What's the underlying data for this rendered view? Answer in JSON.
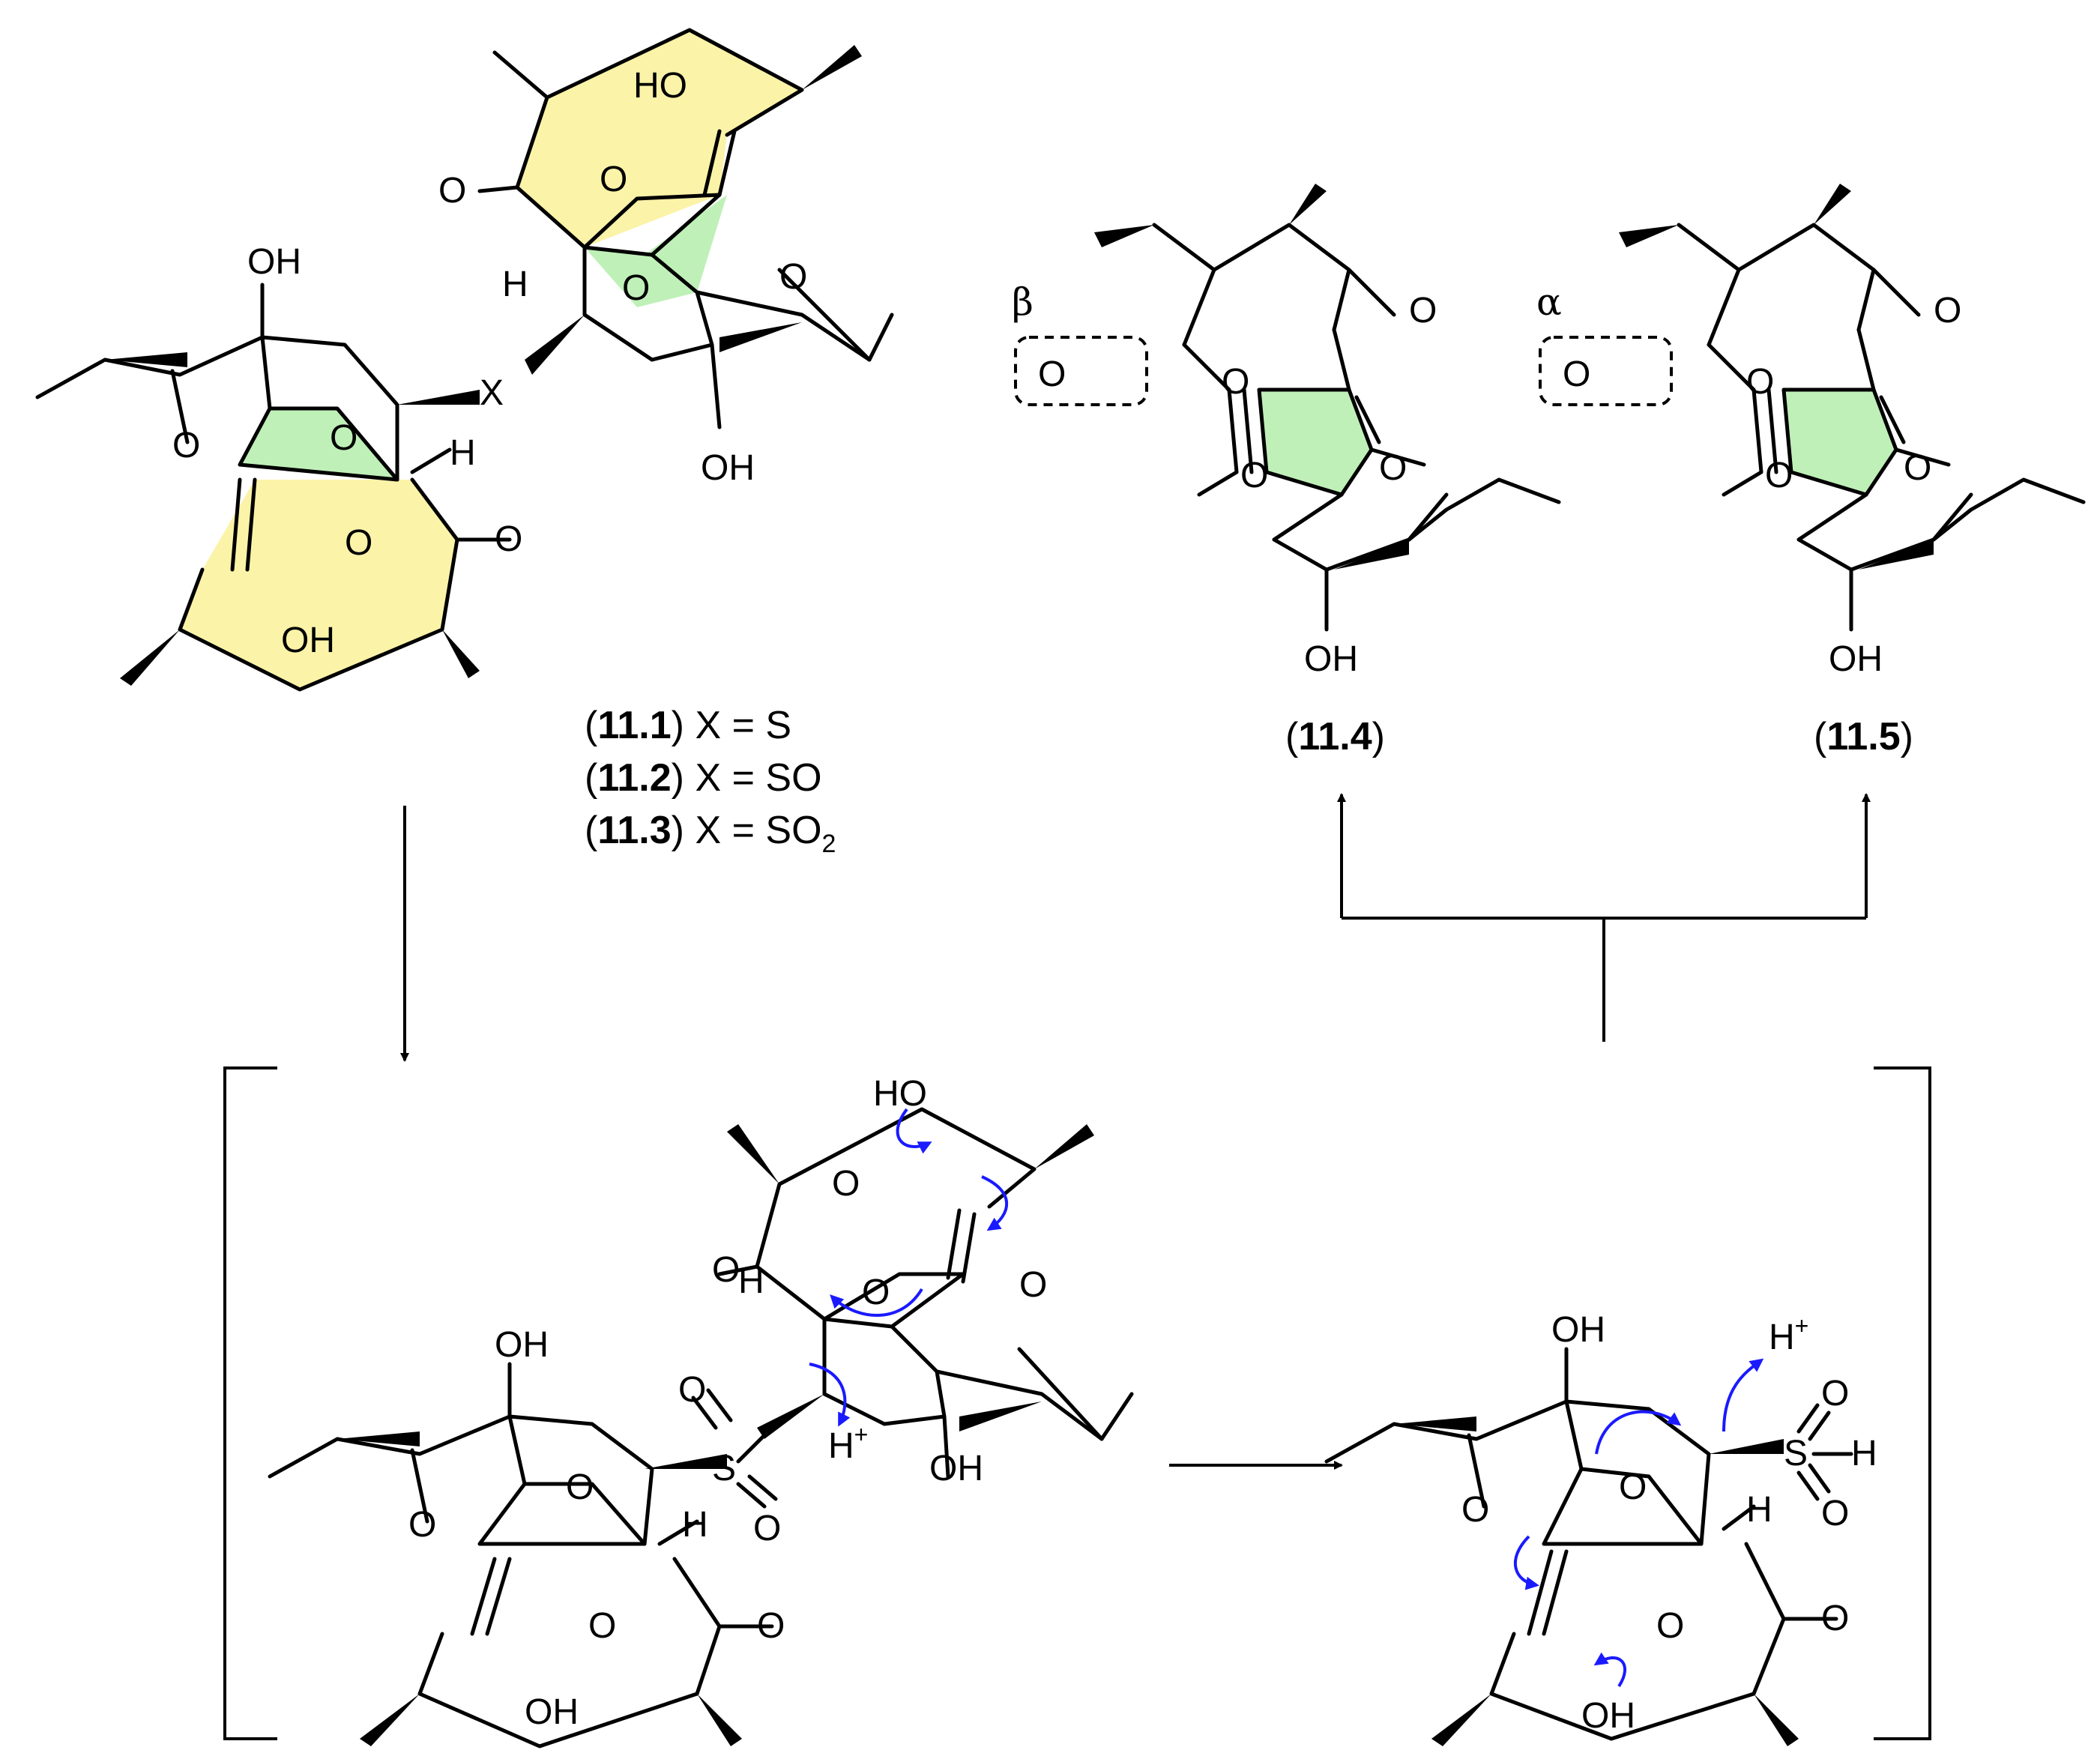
{
  "compounds": {
    "c11_1": {
      "label_id": "11.1",
      "caption_rest": "X = S"
    },
    "c11_2": {
      "label_id": "11.2",
      "caption_rest": "X = SO"
    },
    "c11_3": {
      "label_id": "11.3",
      "caption_rest": "X = SO",
      "subscript": "2"
    },
    "c11_4": {
      "label_id": "11.4",
      "stereo": "β"
    },
    "c11_5": {
      "label_id": "11.5",
      "stereo": "α"
    }
  },
  "atoms": {
    "oh": "OH",
    "ho": "HO",
    "o": "O",
    "h": "H",
    "x": "X",
    "s": "S",
    "h_plus": "H",
    "plus": "+"
  },
  "colors": {
    "macrocycle_highlight": "#fbf3a8",
    "lactone_highlight": "#bff0b8",
    "electron_arrows": "#1a1aff",
    "bonds": "#000000"
  }
}
